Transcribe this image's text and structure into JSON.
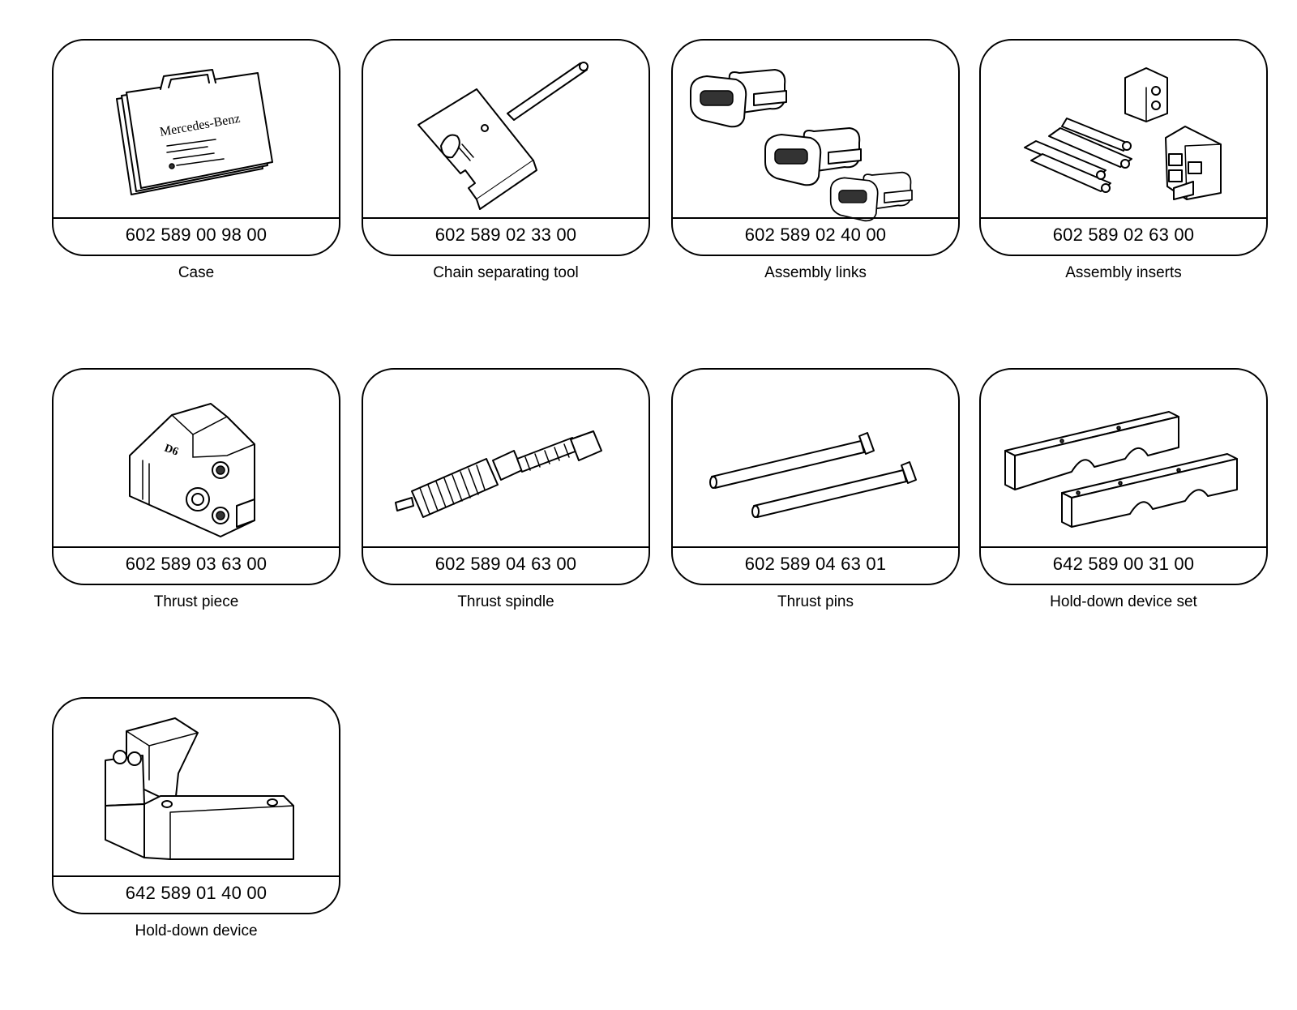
{
  "tools": [
    {
      "part_number": "602 589 00 98 00",
      "caption": "Case",
      "brand_text": "Mercedes-Benz",
      "icon": "case-icon"
    },
    {
      "part_number": "602 589 02 33 00",
      "caption": "Chain separating tool",
      "icon": "chain-separating-tool-icon"
    },
    {
      "part_number": "602 589 02 40 00",
      "caption": "Assembly links",
      "icon": "assembly-links-icon"
    },
    {
      "part_number": "602 589 02 63 00",
      "caption": "Assembly inserts",
      "icon": "assembly-inserts-icon"
    },
    {
      "part_number": "602 589 03 63 00",
      "caption": "Thrust piece",
      "icon": "thrust-piece-icon"
    },
    {
      "part_number": "602 589 04 63 00",
      "caption": "Thrust spindle",
      "icon": "thrust-spindle-icon"
    },
    {
      "part_number": "602 589 04 63 01",
      "caption": "Thrust pins",
      "icon": "thrust-pins-icon"
    },
    {
      "part_number": "642 589 00 31 00",
      "caption": "Hold-down device set",
      "icon": "hold-down-device-set-icon"
    },
    {
      "part_number": "642 589 01 40 00",
      "caption": "Hold-down device",
      "icon": "hold-down-device-icon"
    }
  ]
}
